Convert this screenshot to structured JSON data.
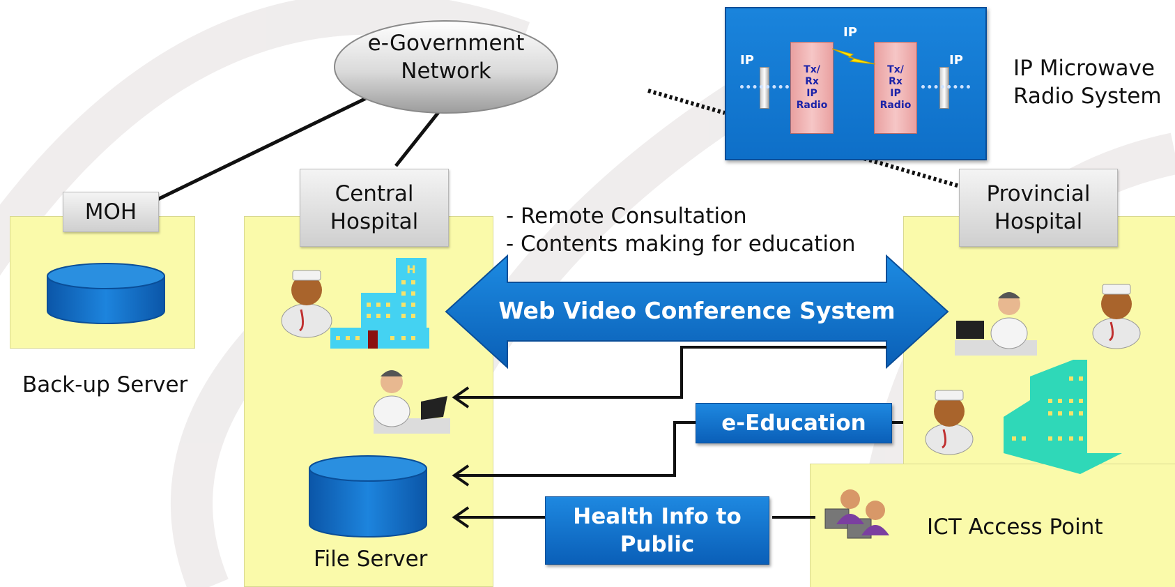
{
  "network": {
    "line1": "e-Government",
    "line2": "Network"
  },
  "moh": {
    "tab": "MOH",
    "server_caption": "Back-up Server"
  },
  "central": {
    "tab_line1": "Central",
    "tab_line2": "Hospital",
    "file_server_caption": "File Server"
  },
  "provincial": {
    "tab_line1": "Provincial",
    "tab_line2": "Hospital",
    "access_point_caption": "ICT Access Point"
  },
  "microwave": {
    "caption_line1": "IP Microwave",
    "caption_line2": "Radio System",
    "ip_top": "IP",
    "ip_left": "IP",
    "ip_right": "IP",
    "radio_lines": [
      "Tx/",
      "Rx",
      "IP",
      "Radio"
    ]
  },
  "services": {
    "item1": "- Remote Consultation",
    "item2": "- Contents making for education",
    "conference": "Web Video Conference System",
    "education": "e-Education",
    "health_line1": "Health Info to",
    "health_line2": "Public"
  },
  "colors": {
    "panel": "#fafaaa",
    "blue": "#1276d4",
    "radio": "#f0b4b4",
    "building": "#3fd0f0",
    "building_teal": "#2fd8b8"
  },
  "icons": [
    "database-icon",
    "doctor-icon",
    "nurse-icon",
    "hospital-building-icon",
    "lightning-icon",
    "call-center-icon"
  ]
}
